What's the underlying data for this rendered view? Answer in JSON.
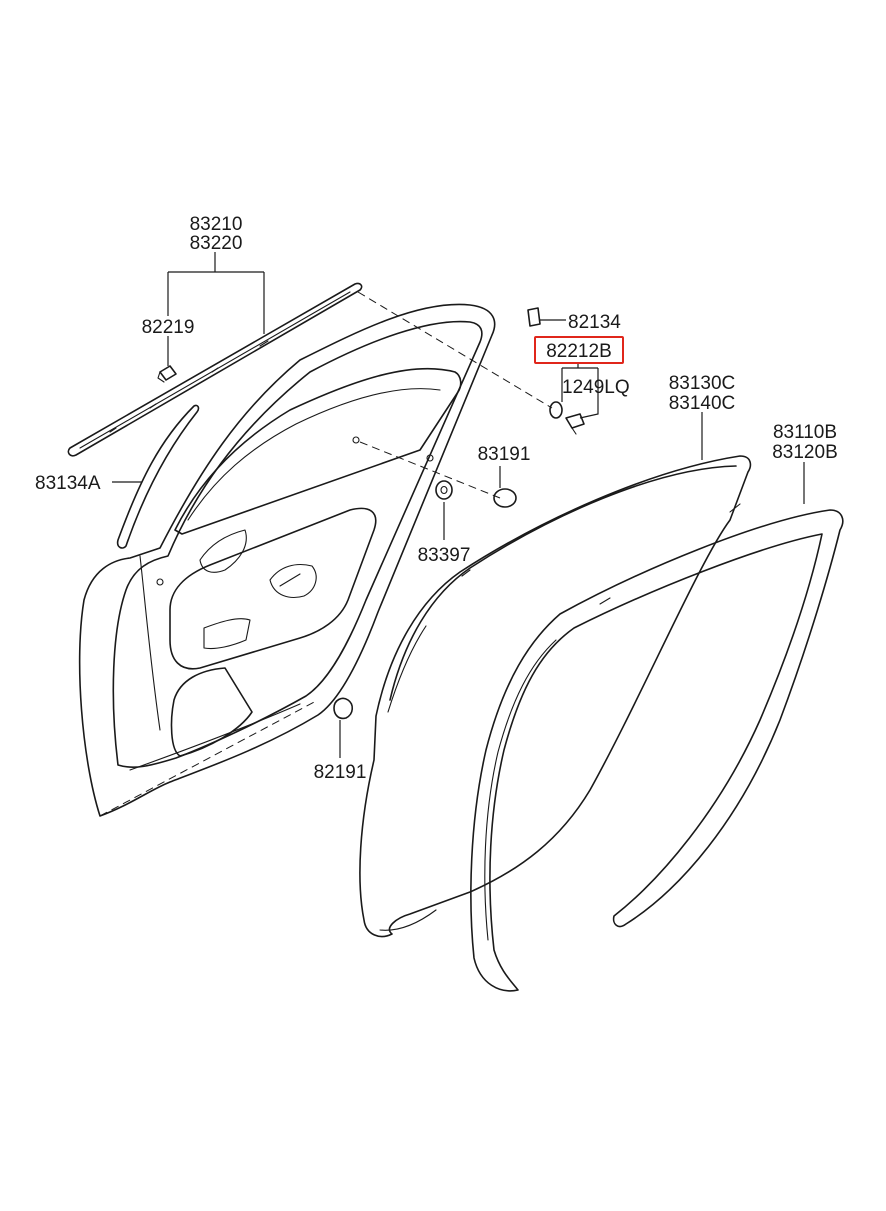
{
  "highlight_color": "#e0261b",
  "labels": {
    "p83210": "83210",
    "p83220": "83220",
    "p82219": "82219",
    "p83134A": "83134A",
    "p82134": "82134",
    "p82212B": "82212B",
    "p1249LQ": "1249LQ",
    "p83191": "83191",
    "p83397": "83397",
    "p82191": "82191",
    "p83130C": "83130C",
    "p83140C": "83140C",
    "p83110B": "83110B",
    "p83120B": "83120B"
  }
}
